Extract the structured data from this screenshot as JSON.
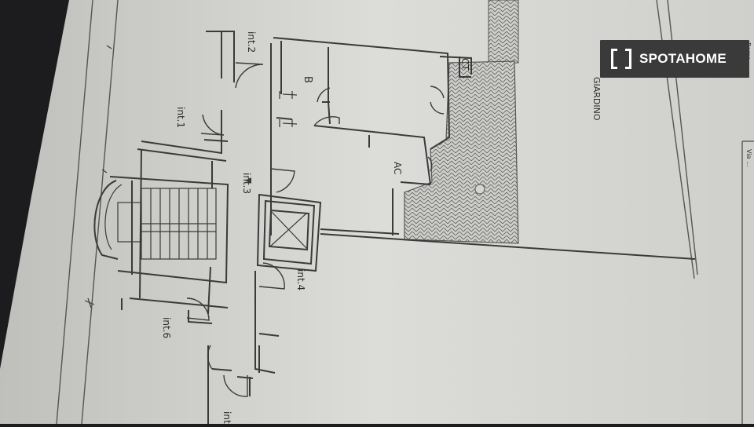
{
  "watermark": {
    "brand": "SPOTAHOME",
    "icon": "bracket-logo-icon"
  },
  "plan": {
    "labels": {
      "int2": "int.2",
      "int1": "int.1",
      "int3": "int.3",
      "int4": "int.4",
      "int6": "int.6",
      "int_partial": "int",
      "b": "B",
      "ct": "CT",
      "ac": "AC",
      "giardino": "GIARDINO",
      "roma": "Roma",
      "edge_text": "Via ..."
    }
  },
  "colors": {
    "paper": "#d9d9d6",
    "ink": "#3a3a3a",
    "background": "#1c1c1e",
    "badge": "#3a3a3a"
  }
}
